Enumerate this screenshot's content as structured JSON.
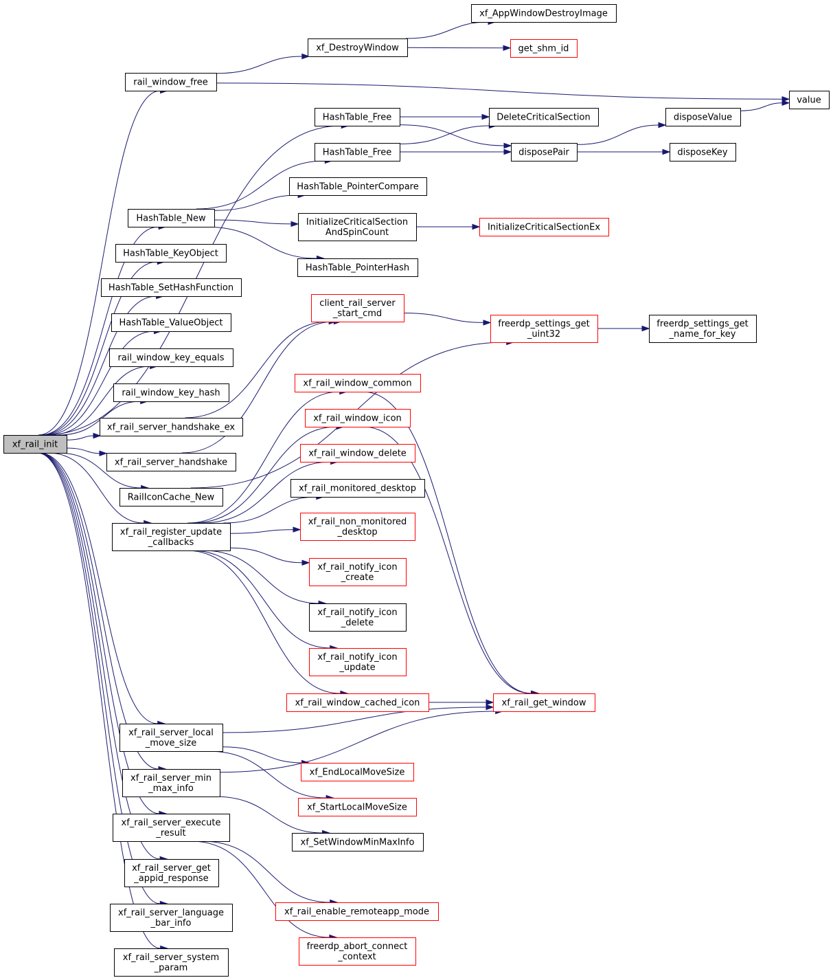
{
  "colors": {
    "edge": "#191970",
    "normal_border": "#000000",
    "incomplete_border": "#ff0000",
    "root_fill": "#bfbfbf"
  },
  "nodes": [
    {
      "id": "root",
      "lines": [
        "xf_rail_init"
      ],
      "style": "root"
    },
    {
      "id": "rwf",
      "lines": [
        "rail_window_free"
      ],
      "style": "black"
    },
    {
      "id": "xdw",
      "lines": [
        "xf_DestroyWindow"
      ],
      "style": "black"
    },
    {
      "id": "xawdi",
      "lines": [
        "xf_AppWindowDestroyImage"
      ],
      "style": "black"
    },
    {
      "id": "gsi",
      "lines": [
        "get_shm_id"
      ],
      "style": "red"
    },
    {
      "id": "val",
      "lines": [
        "value"
      ],
      "style": "black"
    },
    {
      "id": "htf1",
      "lines": [
        "HashTable_Free"
      ],
      "style": "black"
    },
    {
      "id": "htf2",
      "lines": [
        "HashTable_Free"
      ],
      "style": "black"
    },
    {
      "id": "dcs",
      "lines": [
        "DeleteCriticalSection"
      ],
      "style": "black"
    },
    {
      "id": "dp",
      "lines": [
        "disposePair"
      ],
      "style": "black"
    },
    {
      "id": "dv",
      "lines": [
        "disposeValue"
      ],
      "style": "black"
    },
    {
      "id": "dk",
      "lines": [
        "disposeKey"
      ],
      "style": "black"
    },
    {
      "id": "htn",
      "lines": [
        "HashTable_New"
      ],
      "style": "black"
    },
    {
      "id": "htpc",
      "lines": [
        "HashTable_PointerCompare"
      ],
      "style": "black"
    },
    {
      "id": "icsasc",
      "lines": [
        "InitializeCriticalSection",
        "AndSpinCount"
      ],
      "style": "black"
    },
    {
      "id": "icse",
      "lines": [
        "InitializeCriticalSectionEx"
      ],
      "style": "red"
    },
    {
      "id": "htph",
      "lines": [
        "HashTable_PointerHash"
      ],
      "style": "black"
    },
    {
      "id": "htko",
      "lines": [
        "HashTable_KeyObject"
      ],
      "style": "black"
    },
    {
      "id": "htshf",
      "lines": [
        "HashTable_SetHashFunction"
      ],
      "style": "black"
    },
    {
      "id": "htvo",
      "lines": [
        "HashTable_ValueObject"
      ],
      "style": "black"
    },
    {
      "id": "rwke",
      "lines": [
        "rail_window_key_equals"
      ],
      "style": "black"
    },
    {
      "id": "rwkh",
      "lines": [
        "rail_window_key_hash"
      ],
      "style": "black"
    },
    {
      "id": "xrshe",
      "lines": [
        "xf_rail_server_handshake_ex"
      ],
      "style": "black"
    },
    {
      "id": "xrsh",
      "lines": [
        "xf_rail_server_handshake"
      ],
      "style": "black"
    },
    {
      "id": "ricn",
      "lines": [
        "RailIconCache_New"
      ],
      "style": "black"
    },
    {
      "id": "crssc",
      "lines": [
        "client_rail_server",
        "_start_cmd"
      ],
      "style": "red"
    },
    {
      "id": "fsgu",
      "lines": [
        "freerdp_settings_get",
        "_uint32"
      ],
      "style": "red"
    },
    {
      "id": "fsgnk",
      "lines": [
        "freerdp_settings_get",
        "_name_for_key"
      ],
      "style": "black"
    },
    {
      "id": "xrwc",
      "lines": [
        "xf_rail_window_common"
      ],
      "style": "red"
    },
    {
      "id": "xrwi",
      "lines": [
        "xf_rail_window_icon"
      ],
      "style": "red"
    },
    {
      "id": "xrwd",
      "lines": [
        "xf_rail_window_delete"
      ],
      "style": "red"
    },
    {
      "id": "xrmd",
      "lines": [
        "xf_rail_monitored_desktop"
      ],
      "style": "black"
    },
    {
      "id": "xrnmd",
      "lines": [
        "xf_rail_non_monitored",
        "_desktop"
      ],
      "style": "red"
    },
    {
      "id": "xrnic",
      "lines": [
        "xf_rail_notify_icon",
        "_create"
      ],
      "style": "red"
    },
    {
      "id": "xrnid",
      "lines": [
        "xf_rail_notify_icon",
        "_delete"
      ],
      "style": "black"
    },
    {
      "id": "xrniu",
      "lines": [
        "xf_rail_notify_icon",
        "_update"
      ],
      "style": "red"
    },
    {
      "id": "xrwci",
      "lines": [
        "xf_rail_window_cached_icon"
      ],
      "style": "red"
    },
    {
      "id": "xrgw",
      "lines": [
        "xf_rail_get_window"
      ],
      "style": "red"
    },
    {
      "id": "xrruc",
      "lines": [
        "xf_rail_register_update",
        "_callbacks"
      ],
      "style": "black"
    },
    {
      "id": "xrslms",
      "lines": [
        "xf_rail_server_local",
        "_move_size"
      ],
      "style": "black"
    },
    {
      "id": "xelms",
      "lines": [
        "xf_EndLocalMoveSize"
      ],
      "style": "red"
    },
    {
      "id": "xslms",
      "lines": [
        "xf_StartLocalMoveSize"
      ],
      "style": "red"
    },
    {
      "id": "xrsmmi",
      "lines": [
        "xf_rail_server_min",
        "_max_info"
      ],
      "style": "black"
    },
    {
      "id": "xswmmi",
      "lines": [
        "xf_SetWindowMinMaxInfo"
      ],
      "style": "black"
    },
    {
      "id": "xrser",
      "lines": [
        "xf_rail_server_execute",
        "_result"
      ],
      "style": "black"
    },
    {
      "id": "xrsgar",
      "lines": [
        "xf_rail_server_get",
        "_appid_response"
      ],
      "style": "black"
    },
    {
      "id": "xrerm",
      "lines": [
        "xf_rail_enable_remoteapp_mode"
      ],
      "style": "red"
    },
    {
      "id": "xrslbi",
      "lines": [
        "xf_rail_server_language",
        "_bar_info"
      ],
      "style": "black"
    },
    {
      "id": "facc",
      "lines": [
        "freerdp_abort_connect",
        "_context"
      ],
      "style": "red"
    },
    {
      "id": "xrssp",
      "lines": [
        "xf_rail_server_system",
        "_param"
      ],
      "style": "black"
    }
  ],
  "edges": [
    [
      "root",
      "rwf"
    ],
    [
      "root",
      "htf1"
    ],
    [
      "root",
      "htn"
    ],
    [
      "root",
      "htko"
    ],
    [
      "root",
      "htshf"
    ],
    [
      "root",
      "htvo"
    ],
    [
      "root",
      "rwke"
    ],
    [
      "root",
      "rwkh"
    ],
    [
      "root",
      "xrshe"
    ],
    [
      "root",
      "xrsh"
    ],
    [
      "root",
      "ricn"
    ],
    [
      "root",
      "xrruc"
    ],
    [
      "root",
      "xrslms"
    ],
    [
      "root",
      "xrsmmi"
    ],
    [
      "root",
      "xrser"
    ],
    [
      "root",
      "xrsgar"
    ],
    [
      "root",
      "xrslbi"
    ],
    [
      "root",
      "xrssp"
    ],
    [
      "rwf",
      "xdw"
    ],
    [
      "rwf",
      "val"
    ],
    [
      "xdw",
      "xawdi"
    ],
    [
      "xdw",
      "gsi"
    ],
    [
      "htf1",
      "dcs"
    ],
    [
      "htf1",
      "dp"
    ],
    [
      "htf2",
      "dcs"
    ],
    [
      "htf2",
      "dp"
    ],
    [
      "dp",
      "dv"
    ],
    [
      "dp",
      "dk"
    ],
    [
      "dv",
      "val"
    ],
    [
      "htn",
      "htf2"
    ],
    [
      "htn",
      "htpc"
    ],
    [
      "htn",
      "icsasc"
    ],
    [
      "htn",
      "htph"
    ],
    [
      "icsasc",
      "icse"
    ],
    [
      "xrshe",
      "crssc"
    ],
    [
      "xrsh",
      "crssc"
    ],
    [
      "ricn",
      "fsgu"
    ],
    [
      "crssc",
      "fsgu"
    ],
    [
      "fsgu",
      "fsgnk"
    ],
    [
      "xrruc",
      "xrwc"
    ],
    [
      "xrruc",
      "xrwi"
    ],
    [
      "xrruc",
      "xrwd"
    ],
    [
      "xrruc",
      "xrmd"
    ],
    [
      "xrruc",
      "xrnmd"
    ],
    [
      "xrruc",
      "xrnic"
    ],
    [
      "xrruc",
      "xrnid"
    ],
    [
      "xrruc",
      "xrniu"
    ],
    [
      "xrruc",
      "xrwci"
    ],
    [
      "xrwc",
      "xrgw"
    ],
    [
      "xrwi",
      "xrgw"
    ],
    [
      "xrwci",
      "xrgw"
    ],
    [
      "xrslms",
      "xrgw"
    ],
    [
      "xrslms",
      "xelms"
    ],
    [
      "xrslms",
      "xslms"
    ],
    [
      "xrsmmi",
      "xswmmi"
    ],
    [
      "xrsmmi",
      "xrgw"
    ],
    [
      "xrser",
      "xrerm"
    ],
    [
      "xrser",
      "facc"
    ]
  ]
}
